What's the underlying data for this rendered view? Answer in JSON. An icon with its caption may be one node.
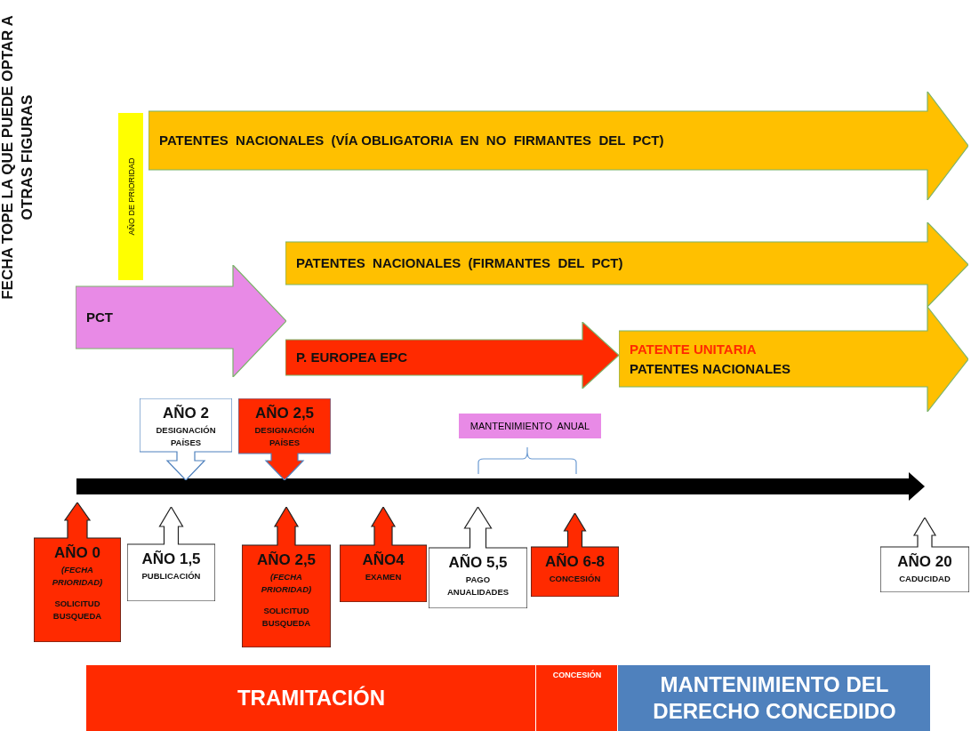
{
  "diagram": {
    "nodes": [
      {
        "text": [
          "AÑO DE PRIORIDAD"
        ]
      },
      {
        "text": [
          "PCT"
        ]
      },
      {
        "text": [
          "PATENTES  NACIONALES  (VÍA OBLIGATORIA  EN  NO  FIRMANTES  DEL  PCT)"
        ]
      },
      {
        "text": [
          "PATENTES  NACIONALES  (FIRMANTES  DEL  PCT)"
        ]
      },
      {
        "text": [
          "P. EUROPEA EPC"
        ]
      },
      {
        "text": [
          "PATENTE UNITARIA",
          "PATENTES NACIONALES"
        ]
      },
      {
        "text": [
          "AÑO 2",
          "DESIGNACIÓN PAÍSES"
        ]
      },
      {
        "text": [
          "AÑO 2,5",
          "DESIGNACIÓN PAÍSES"
        ]
      },
      {
        "text": [
          "MANTENIMIENTO  ANUAL"
        ]
      },
      {
        "text": [
          "AÑO 0",
          "(FECHA PRIORIDAD)",
          "SOLICITUD BUSQUEDA"
        ]
      },
      {
        "text": [
          "AÑO 1,5",
          "PUBLICACIÓN"
        ]
      },
      {
        "text": [
          "AÑO 2,5",
          "(FECHA PRIORIDAD)",
          "SOLICITUD BUSQUEDA"
        ]
      },
      {
        "text": [
          "AÑO4",
          "EXAMEN"
        ]
      },
      {
        "text": [
          "AÑO 5,5",
          "PAGO ANUALIDADES"
        ]
      },
      {
        "text": [
          "AÑO 6-8",
          "CONCESIÓN"
        ]
      },
      {
        "text": [
          "AÑO 20",
          "CADUCIDAD"
        ]
      },
      {
        "text": [
          "TRAMITACIÓN"
        ]
      },
      {
        "text": [
          "CONCESIÓN"
        ]
      },
      {
        "text": [
          "MANTENIMIENTO DEL DERECHO CONCEDIDO"
        ]
      }
    ],
    "labels": [
      "FECHA TOPE LA QUE PUEDE OPTAR A OTRAS FIGURAS"
    ]
  }
}
